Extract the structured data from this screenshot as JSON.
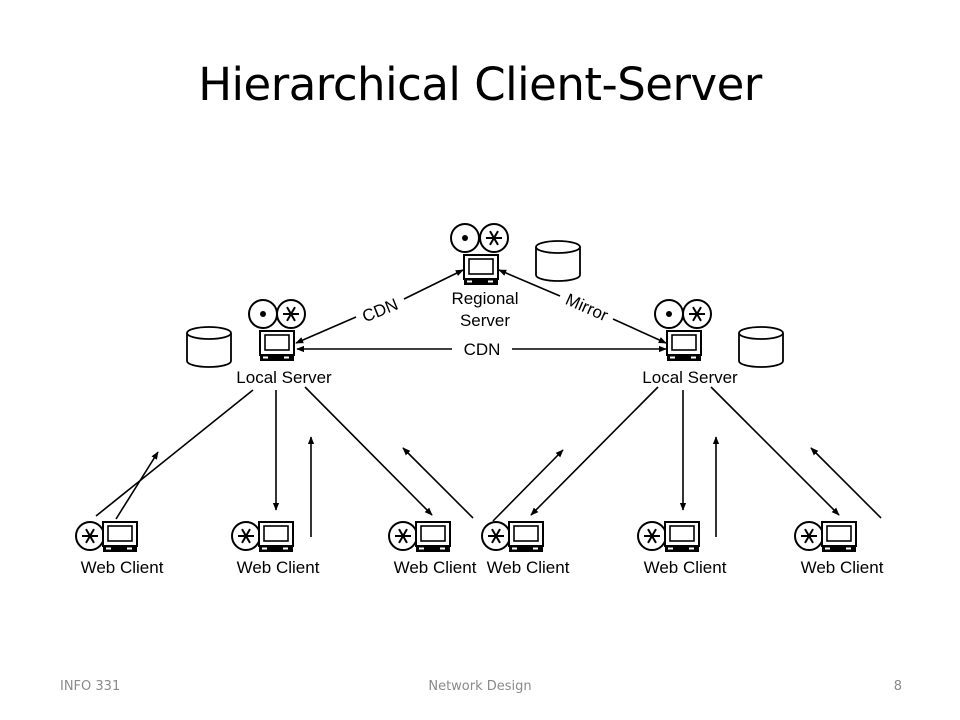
{
  "slide": {
    "title": "Hierarchical Client-Server"
  },
  "diagram": {
    "regional_server": {
      "label_line1": "Regional",
      "label_line2": "Server"
    },
    "local_servers": [
      {
        "label": "Local Server"
      },
      {
        "label": "Local Server"
      }
    ],
    "web_clients": [
      {
        "label": "Web Client"
      },
      {
        "label": "Web Client"
      },
      {
        "label": "Web Client"
      },
      {
        "label": "Web Client"
      },
      {
        "label": "Web Client"
      },
      {
        "label": "Web Client"
      }
    ],
    "edge_labels": {
      "cdn_left": "CDN",
      "mirror": "Mirror",
      "cdn_middle": "CDN"
    }
  },
  "footer": {
    "course": "INFO 331",
    "topic": "Network Design",
    "page_number": "8"
  }
}
